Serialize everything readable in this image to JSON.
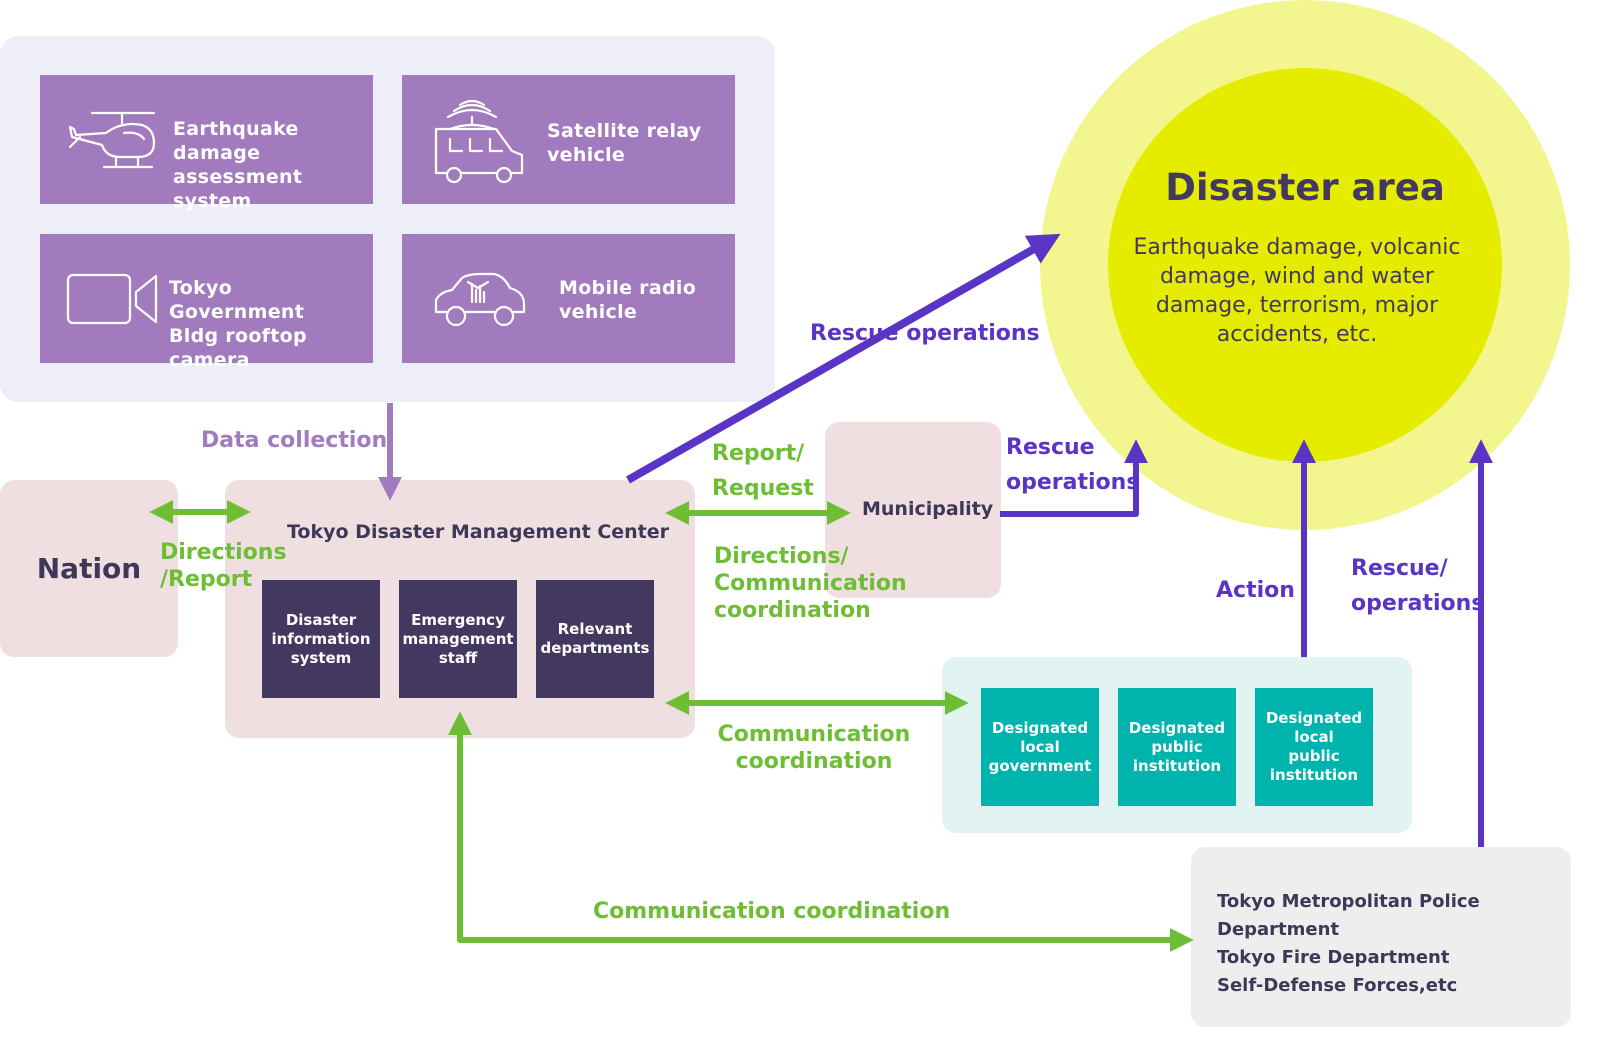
{
  "sources": [
    {
      "label": "Earthquake damage\nassessment system",
      "icon": "helicopter-icon"
    },
    {
      "label": "Satellite relay\nvehicle",
      "icon": "satellite-van-icon"
    },
    {
      "label": "Tokyo Government\nBldg rooftop camera",
      "icon": "camera-icon"
    },
    {
      "label": "Mobile radio\nvehicle",
      "icon": "radio-car-icon"
    }
  ],
  "labels": {
    "data_collection": "Data collection",
    "directions_report": "Directions\n/Report",
    "report_request": "Report/\nRequest",
    "directions_comm": "Directions/\nCommunication\ncoordination",
    "comm_coord_right": "Communication\ncoordination",
    "comm_coord_bottom": "Communication coordination",
    "rescue_ops_top": "Rescue operations",
    "rescue_ops_muni": "Rescue\noperations",
    "action": "Action",
    "rescue_ops_right": "Rescue/\noperations"
  },
  "nation": {
    "label": "Nation"
  },
  "center": {
    "title": "Tokyo Disaster Management Center",
    "boxes": [
      "Disaster\ninformation\nsystem",
      "Emergency\nmanagement\nstaff",
      "Relevant\ndepartments"
    ]
  },
  "municipality": {
    "label": "Municipality"
  },
  "designated": {
    "boxes": [
      "Designated\nlocal\ngovernment",
      "Designated\npublic\ninstitution",
      "Designated\nlocal\npublic\ninstitution"
    ]
  },
  "agencies": {
    "line1": "Tokyo Metropolitan Police Department",
    "line2": "Tokyo Fire Department",
    "line3": "Self-Defense Forces,etc"
  },
  "disaster": {
    "title": "Disaster area",
    "description": "Earthquake damage, volcanic damage, wind and water damage, terrorism, major accidents, etc."
  },
  "colors": {
    "green": "#6dbe35",
    "purple": "#5a35c5",
    "lilac": "#a27abe",
    "circle_outer": "#f3f68f",
    "circle_inner": "#e6ec00",
    "dark": "#433960",
    "teal": "#00b4ae"
  }
}
